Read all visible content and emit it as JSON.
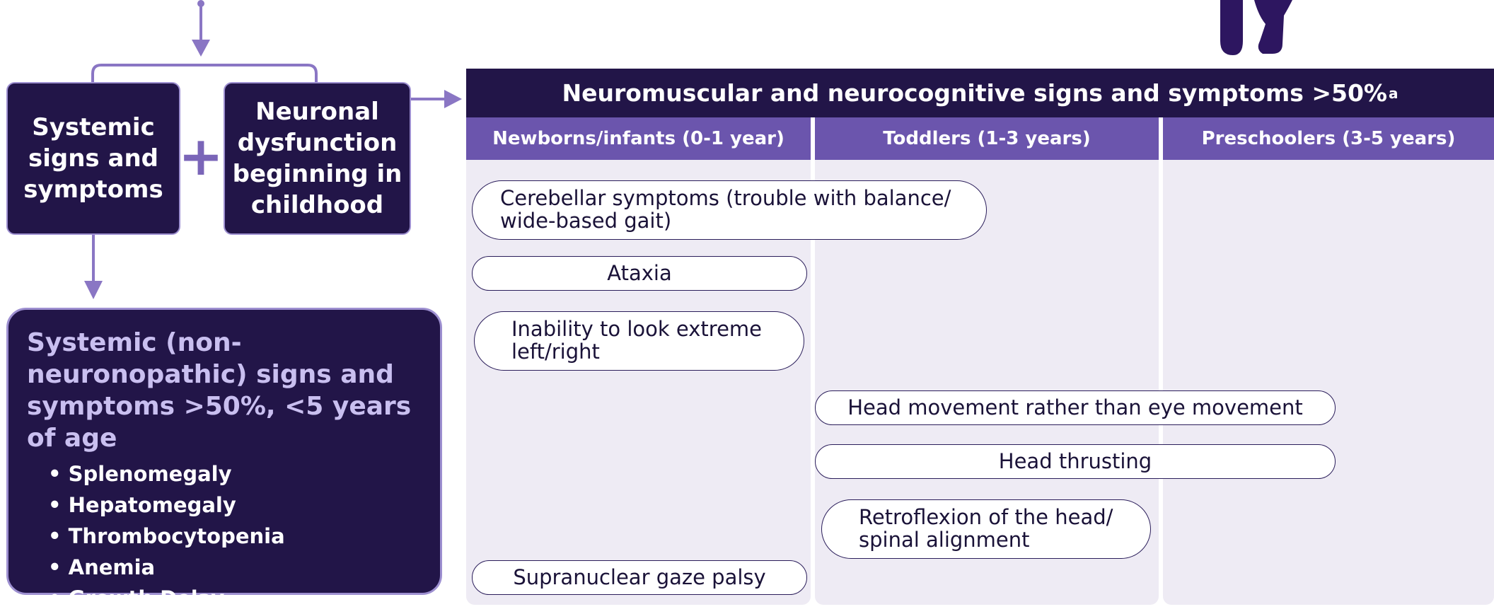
{
  "boxes": {
    "systemic": "Systemic signs and symptoms",
    "neuronal": "Neuronal dysfunction beginning in childhood",
    "plus": "+"
  },
  "systemic_panel": {
    "title": "Systemic (non-neuronopathic) signs and symptoms >50%, <5 years of age",
    "items": [
      "Splenomegaly",
      "Hepatomegaly",
      "Thrombocytopenia",
      "Anemia",
      "Growth Delay"
    ]
  },
  "neuro_panel": {
    "title": "Neuromuscular and neurocognitive signs and symptoms >50%",
    "title_superscript": "a",
    "columns": [
      "Newborns/infants (0-1 year)",
      "Toddlers (1-3 years)",
      "Preschoolers (3-5 years)"
    ],
    "symptoms": [
      "Cerebellar symptoms (trouble with balance/ wide-based gait)",
      "Ataxia",
      "Inability to look extreme left/right",
      "Head movement rather than eye movement",
      "Head thrusting",
      "Retroflexion of the head/ spinal alignment",
      "Supranuclear gaze palsy"
    ]
  },
  "colors": {
    "dark": "#221548",
    "column_header": "#6b55ad",
    "column_background": "#eeebf4",
    "connector": "#8a76c4",
    "border_light": "#9d8fd0"
  }
}
